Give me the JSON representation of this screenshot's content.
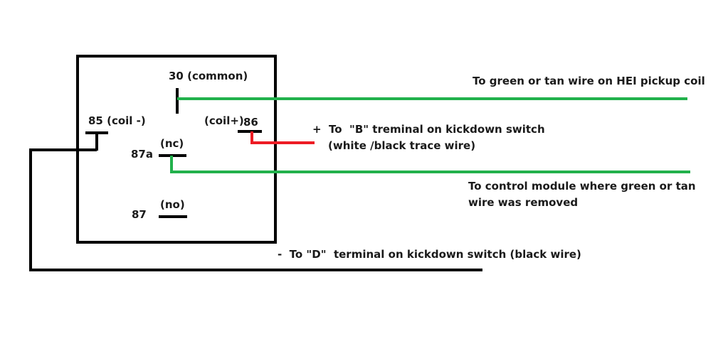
{
  "relay": {
    "terminals": {
      "t30": "30 (common)",
      "t85": "85 (coil -)",
      "t86_coil": "(coil+)",
      "t86": "86",
      "t87a_nc": "(nc)",
      "t87a": "87a",
      "t87_no": "(no)",
      "t87": "87"
    }
  },
  "wires": {
    "green_top": {
      "label": "To green or tan wire on HEI pickup coil",
      "color": "#22b14c"
    },
    "red": {
      "label_line1": "+  To  \"B\" treminal on kickdown switch",
      "label_line2": "(white /black trace wire)",
      "color": "#ed1c24"
    },
    "green_bottom": {
      "label_line1": "To control module where green or tan",
      "label_line2": "wire was removed",
      "color": "#22b14c"
    },
    "black": {
      "label": "-  To \"D\"  terminal on kickdown switch (black wire)",
      "color": "#000000"
    }
  }
}
